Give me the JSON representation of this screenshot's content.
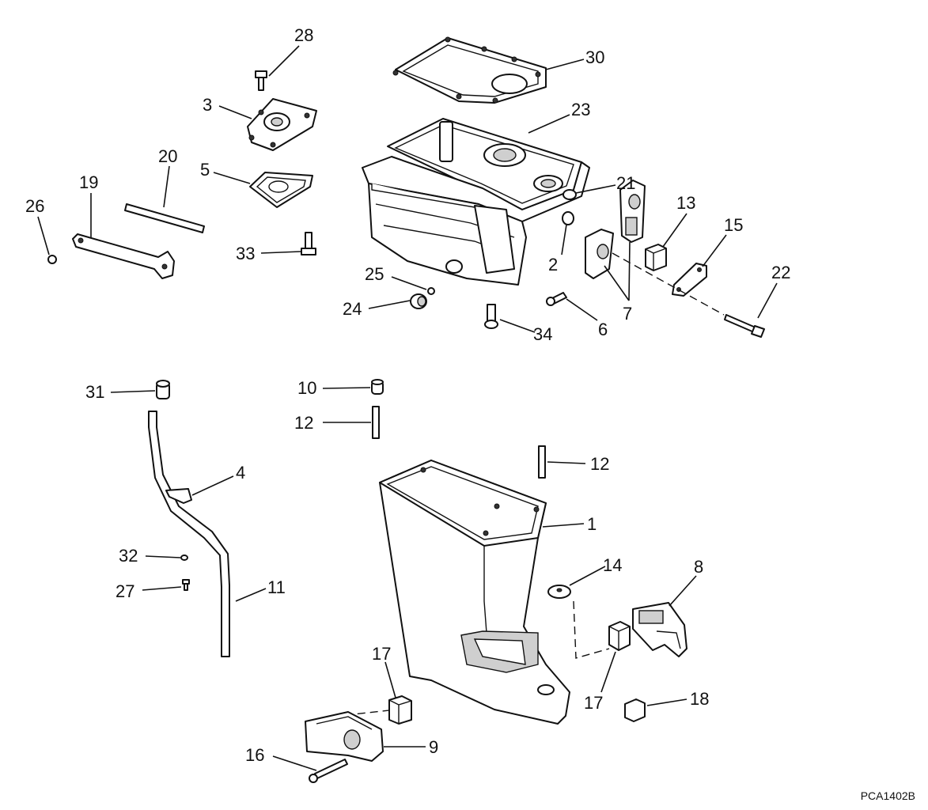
{
  "figure_code": "PCA1402B",
  "callouts": {
    "c28": "28",
    "c30": "30",
    "c3": "3",
    "c23": "23",
    "c20": "20",
    "c19": "19",
    "c5": "5",
    "c26": "26",
    "c21": "21",
    "c13": "13",
    "c15": "15",
    "c33": "33",
    "c2": "2",
    "c22": "22",
    "c25": "25",
    "c7": "7",
    "c24": "24",
    "c6": "6",
    "c34": "34",
    "c31": "31",
    "c10": "10",
    "c12a": "12",
    "c12b": "12",
    "c4": "4",
    "c1": "1",
    "c14": "14",
    "c8": "8",
    "c32": "32",
    "c27": "27",
    "c11": "11",
    "c17a": "17",
    "c17b": "17",
    "c18": "18",
    "c9": "9",
    "c16": "16"
  }
}
